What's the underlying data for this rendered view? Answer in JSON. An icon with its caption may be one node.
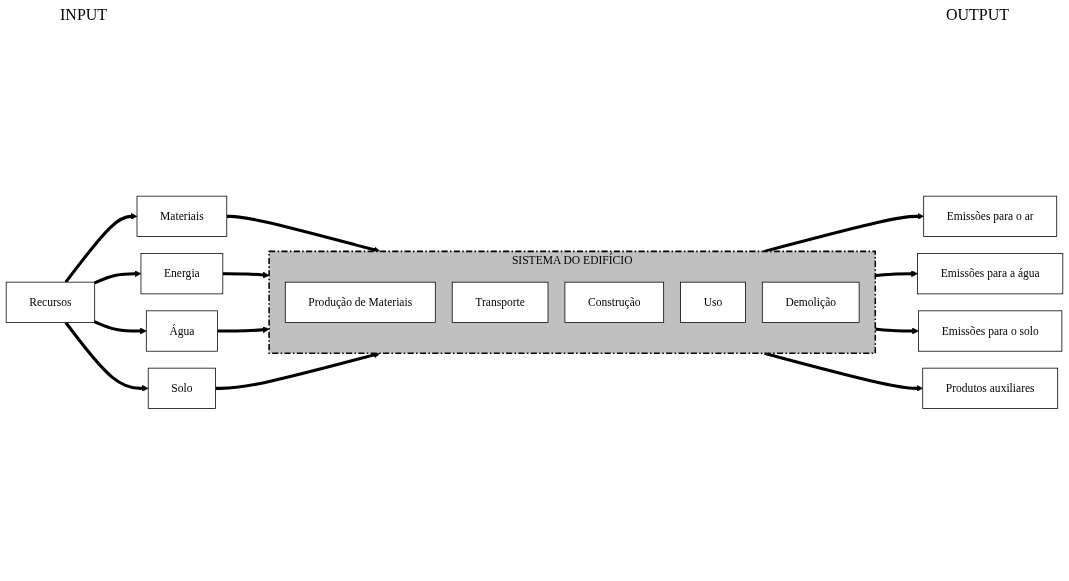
{
  "diagram": {
    "nodes": [
      {
        "text": [
          "Recursos"
        ]
      },
      {
        "text": [
          "Materiais"
        ]
      },
      {
        "text": [
          "Energia"
        ]
      },
      {
        "text": [
          "Água"
        ]
      },
      {
        "text": [
          "Solo"
        ]
      },
      {
        "text": [
          "SISTEMA DO EDIFÍCIO"
        ]
      },
      {
        "text": [
          "Produção de Materiais"
        ],
        "in": 5
      },
      {
        "text": [
          "Transporte"
        ],
        "in": 5
      },
      {
        "text": [
          "Construção"
        ],
        "in": 5
      },
      {
        "text": [
          "Uso"
        ],
        "in": 5
      },
      {
        "text": [
          "Demolição"
        ],
        "in": 5
      },
      {
        "text": [
          "Emissões para o ar"
        ]
      },
      {
        "text": [
          "Emissões para a água"
        ]
      },
      {
        "text": [
          "Emissões para o solo"
        ]
      },
      {
        "text": [
          "Produtos auxiliares"
        ]
      }
    ],
    "edges": [
      {
        "from": 0,
        "to": 1,
        "arrow": "to"
      },
      {
        "from": 0,
        "to": 2,
        "arrow": "to"
      },
      {
        "from": 0,
        "to": 3,
        "arrow": "to"
      },
      {
        "from": 0,
        "to": 4,
        "arrow": "to"
      },
      {
        "from": 1,
        "to": 5,
        "arrow": "to"
      },
      {
        "from": 2,
        "to": 5,
        "arrow": "to"
      },
      {
        "from": 3,
        "to": 5,
        "arrow": "to"
      },
      {
        "from": 4,
        "to": 5,
        "arrow": "to"
      },
      {
        "from": 5,
        "to": 11,
        "arrow": "to"
      },
      {
        "from": 5,
        "to": 12,
        "arrow": "to"
      },
      {
        "from": 5,
        "to": 13,
        "arrow": "to"
      },
      {
        "from": 5,
        "to": 14,
        "arrow": "to"
      }
    ],
    "labels": [
      "INPUT",
      "OUTPUT"
    ]
  }
}
